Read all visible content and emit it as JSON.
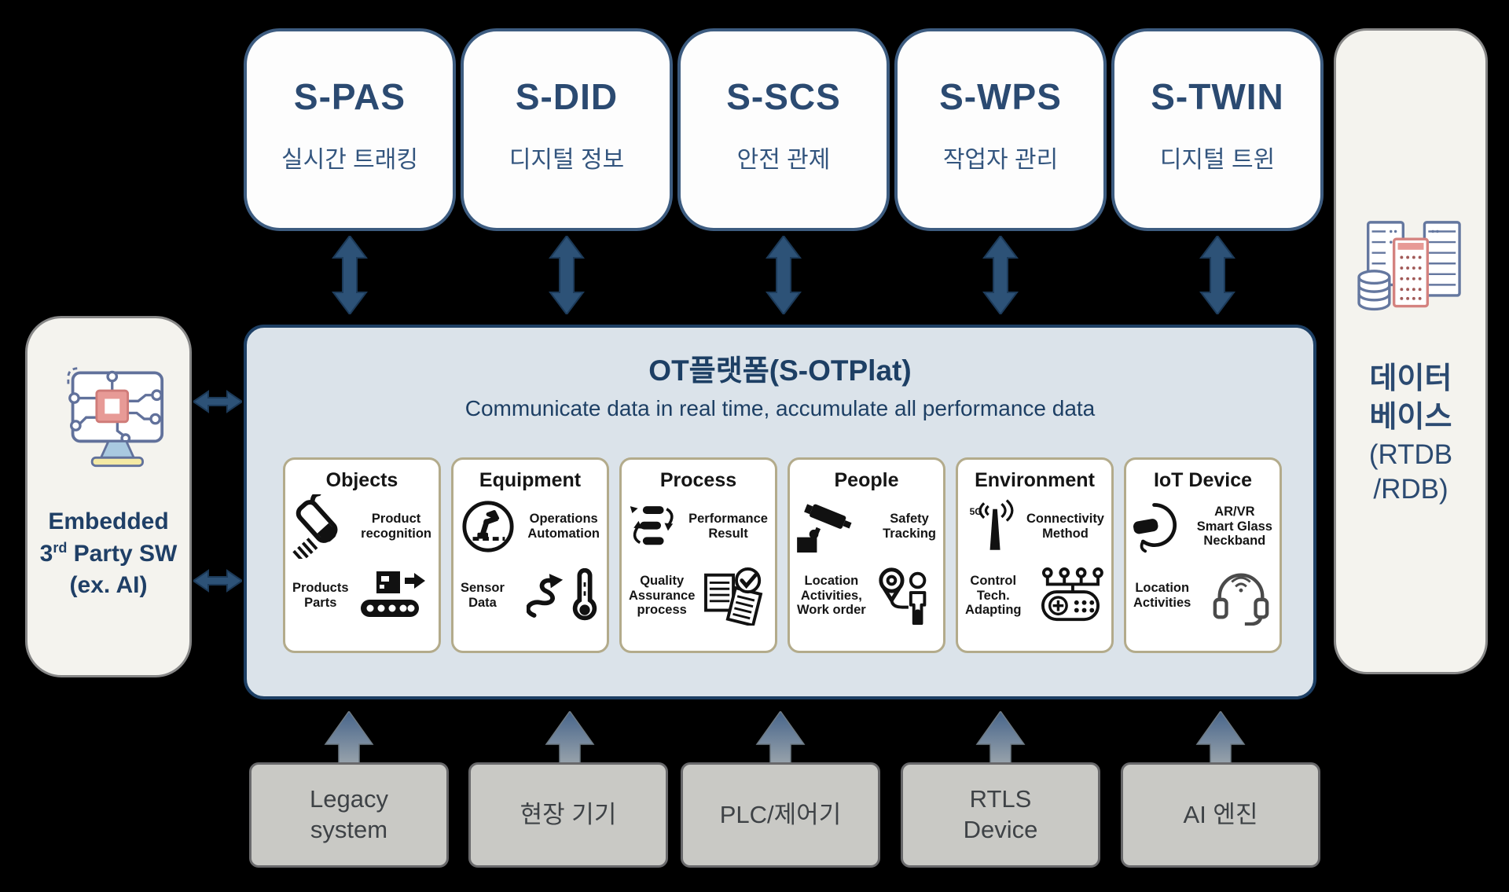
{
  "top_modules": [
    {
      "code": "S-PAS",
      "label": "실시간 트래킹"
    },
    {
      "code": "S-DID",
      "label": "디지털 정보"
    },
    {
      "code": "S-SCS",
      "label": "안전 관제"
    },
    {
      "code": "S-WPS",
      "label": "작업자 관리"
    },
    {
      "code": "S-TWIN",
      "label": "디지털 트윈"
    }
  ],
  "platform": {
    "title": "OT플랫폼(S-OTPlat)",
    "subtitle": "Communicate data in real time, accumulate all performance data",
    "cards": [
      {
        "title": "Objects",
        "row1": {
          "icon": "barcode-scanner-icon",
          "label": "Product\nrecognition"
        },
        "row2": {
          "label": "Products\nParts",
          "icon": "conveyor-box-icon"
        }
      },
      {
        "title": "Equipment",
        "row1": {
          "icon": "robot-arm-icon",
          "label": "Operations\nAutomation"
        },
        "row2": {
          "label": "Sensor\nData",
          "icon": "s-curve-arrow-icon + thermometer-icon"
        }
      },
      {
        "title": "Process",
        "row1": {
          "icon": "process-cycle-icon",
          "label": "Performance\nResult"
        },
        "row2": {
          "label": "Quality\nAssurance\nprocess",
          "icon": "document-check-icon"
        }
      },
      {
        "title": "People",
        "row1": {
          "icon": "cctv-camera-icon",
          "label": "Safety\nTracking"
        },
        "row2": {
          "label": "Location\nActivities,\nWork order",
          "icon": "person-location-icon"
        }
      },
      {
        "title": "Environment",
        "row1": {
          "icon": "antenna-5g-icon",
          "label": "Connectivity\nMethod",
          "antenna_label": "5G"
        },
        "row2": {
          "label": "Control\nTech.\nAdapting",
          "icon": "game-controller-icon"
        }
      },
      {
        "title": "IoT Device",
        "row1": {
          "icon": "vr-headset-icon",
          "label": "AR/VR\nSmart Glass\nNeckband"
        },
        "row2": {
          "label": "Location\nActivities",
          "icon": "headset-mic-icon"
        }
      }
    ]
  },
  "left_box": {
    "icon": "embedded-chip-monitor-icon",
    "line1": "Embedded",
    "line2_num": "3",
    "line2_sup": "rd",
    "line2_rest": " Party SW",
    "line3": "(ex. AI)"
  },
  "right_box": {
    "icon": "database-servers-icon",
    "line1": "데이터",
    "line2": "베이스",
    "line3": "(RTDB",
    "line4": "/RDB)"
  },
  "bottom_sources": [
    {
      "label": "Legacy\nsystem"
    },
    {
      "label": "현장 기기"
    },
    {
      "label": "PLC/제어기"
    },
    {
      "label": "RTLS\nDevice"
    },
    {
      "label": "AI 엔진"
    }
  ],
  "colors": {
    "navy_border": "#1d3f64",
    "top_box_border": "#3d5c80",
    "title_text": "#2b4a71",
    "platform_fill": "#dbe3ea",
    "card_border": "#b3ab8b",
    "side_box_fill": "#f4f3ee",
    "bottom_box_fill": "#c9c9c5",
    "arrow_blue": "#2d5277",
    "up_arrow_gradient_top": "#46648a",
    "up_arrow_gradient_bottom": "#97a2ab"
  }
}
